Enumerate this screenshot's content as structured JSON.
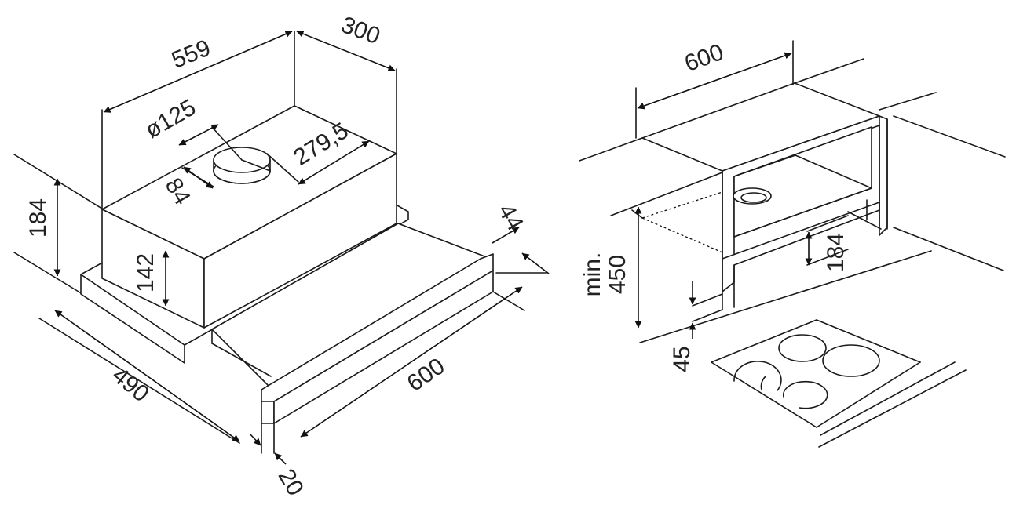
{
  "hood_view": {
    "dim_559": "559",
    "dim_300": "300",
    "dim_dia125": "ø125",
    "dim_279_5": "279,5",
    "dim_84": "84",
    "dim_184": "184",
    "dim_142": "142",
    "dim_44": "44",
    "dim_490": "490",
    "dim_600": "600",
    "dim_20": "20"
  },
  "install_view": {
    "dim_600": "600",
    "dim_min": "min.",
    "dim_450": "450",
    "dim_184": "184",
    "dim_45": "45"
  },
  "colors": {
    "line": "#1a1a1a",
    "background": "#ffffff"
  }
}
